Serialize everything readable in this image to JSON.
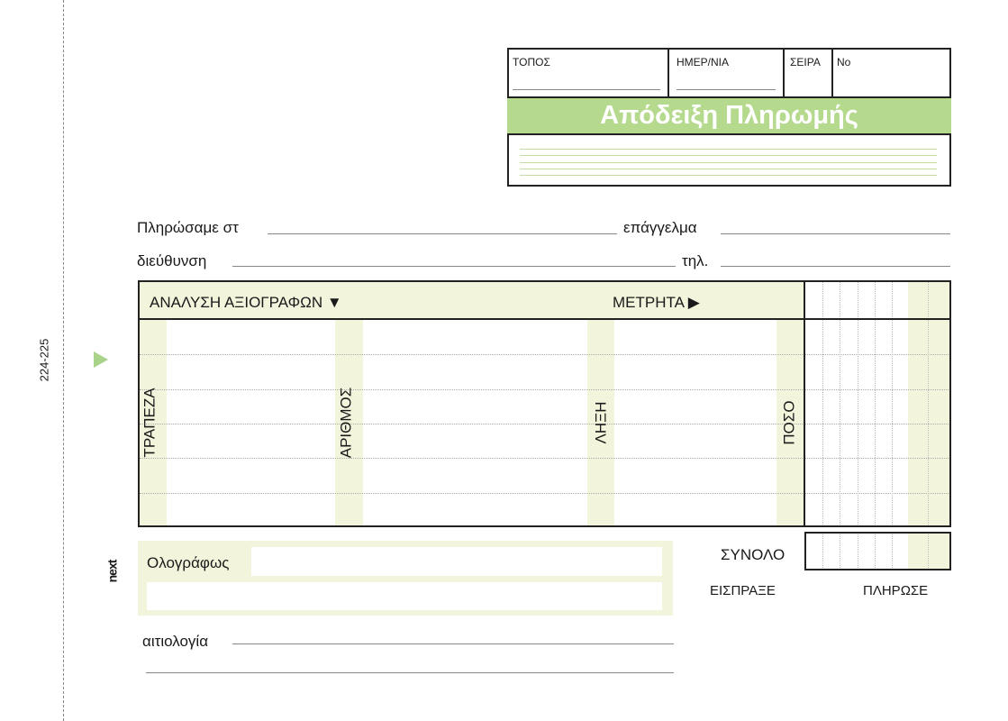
{
  "side": {
    "code": "224-225",
    "brand": "next"
  },
  "header": {
    "place": "ΤΟΠΟΣ",
    "date": "ΗΜΕΡ/ΝΙΑ",
    "series": "ΣΕΙΡΑ",
    "number": "No",
    "title": "Απόδειξη Πληρωμής"
  },
  "fields": {
    "paid_to": "Πληρώσαμε στ",
    "profession": "επάγγελμα",
    "address": "διεύθυνση",
    "phone": "τηλ."
  },
  "table": {
    "cheques_label": "ΑΝΑΛΥΣΗ  ΑΞΙΟΓΡΑΦΩΝ ▼",
    "cash_label": "ΜΕΤΡΗΤΑ ▶",
    "columns": [
      "ΤΡΑΠΕΖΑ",
      "ΑΡΙΘΜΟΣ",
      "ΛΗΞΗ",
      "ΠΟΣΟ"
    ]
  },
  "footer": {
    "in_words": "Ολογράφως",
    "total": "ΣΥΝΟΛΟ",
    "received": "ΕΙΣΠΡΑΞΕ",
    "paid": "ΠΛΗΡΩΣΕ",
    "reason": "αιτιολογία"
  },
  "colors": {
    "green": "#b5d98d",
    "light": "#f3f4dc"
  }
}
